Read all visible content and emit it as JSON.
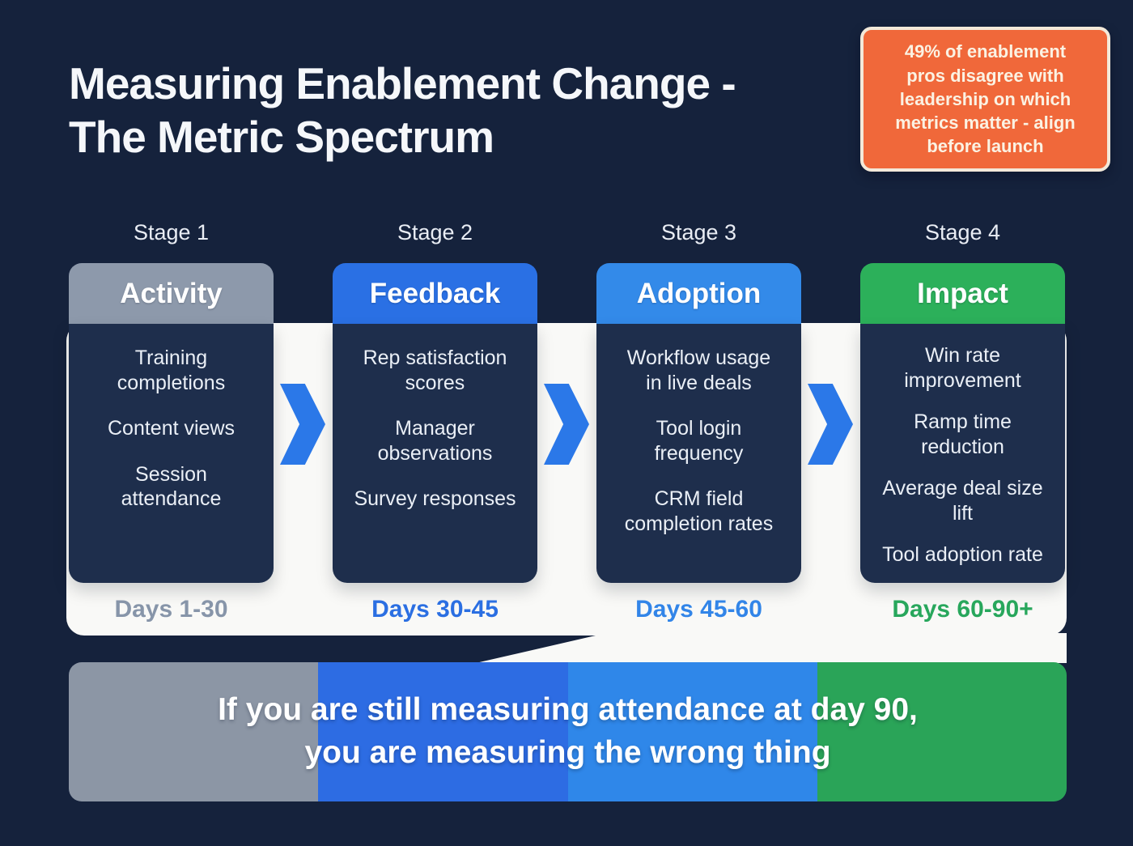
{
  "title": "Measuring Enablement Change -\nThe Metric Spectrum",
  "callout": {
    "text": "49% of enablement\npros disagree with\nleadership on which\nmetrics matter - align\nbefore launch",
    "bg_color": "#F0683A",
    "border_color": "#F3E9D9",
    "text_color": "#FBF2E3"
  },
  "stages": [
    {
      "label": "Stage 1",
      "header": "Activity",
      "header_color": "#8D99AB",
      "items": [
        "Training\ncompletions",
        "Content views",
        "Session\nattendance"
      ],
      "days": "Days 1-30",
      "days_color": "#8795A9"
    },
    {
      "label": "Stage 2",
      "header": "Feedback",
      "header_color": "#2A70E4",
      "items": [
        "Rep satisfaction\nscores",
        "Manager\nobservations",
        "Survey responses"
      ],
      "days": "Days 30-45",
      "days_color": "#2B6FE2"
    },
    {
      "label": "Stage 3",
      "header": "Adoption",
      "header_color": "#338AE9",
      "items": [
        "Workflow usage\nin live deals",
        "Tool login\nfrequency",
        "CRM field\ncompletion rates"
      ],
      "days": "Days 45-60",
      "days_color": "#3285E8"
    },
    {
      "label": "Stage 4",
      "header": "Impact",
      "header_color": "#2CB05A",
      "items": [
        "Win rate\nimprovement",
        "Ramp time\nreduction",
        "Average deal size\nlift",
        "Tool adoption rate"
      ],
      "days": "Days 60-90+",
      "days_color": "#28A75C"
    }
  ],
  "arrows": {
    "icon": "chevron-right",
    "color": "#2B78E8"
  },
  "banner": {
    "text": "If you are still measuring attendance at day 90,\nyou are measuring the wrong thing",
    "segment_colors": [
      "#8C96A5",
      "#2D6CE3",
      "#2F87E9",
      "#2AA458"
    ]
  },
  "colors": {
    "background": "#15223C",
    "column_body": "#1E2E4C",
    "band": "#F9F9F7"
  }
}
